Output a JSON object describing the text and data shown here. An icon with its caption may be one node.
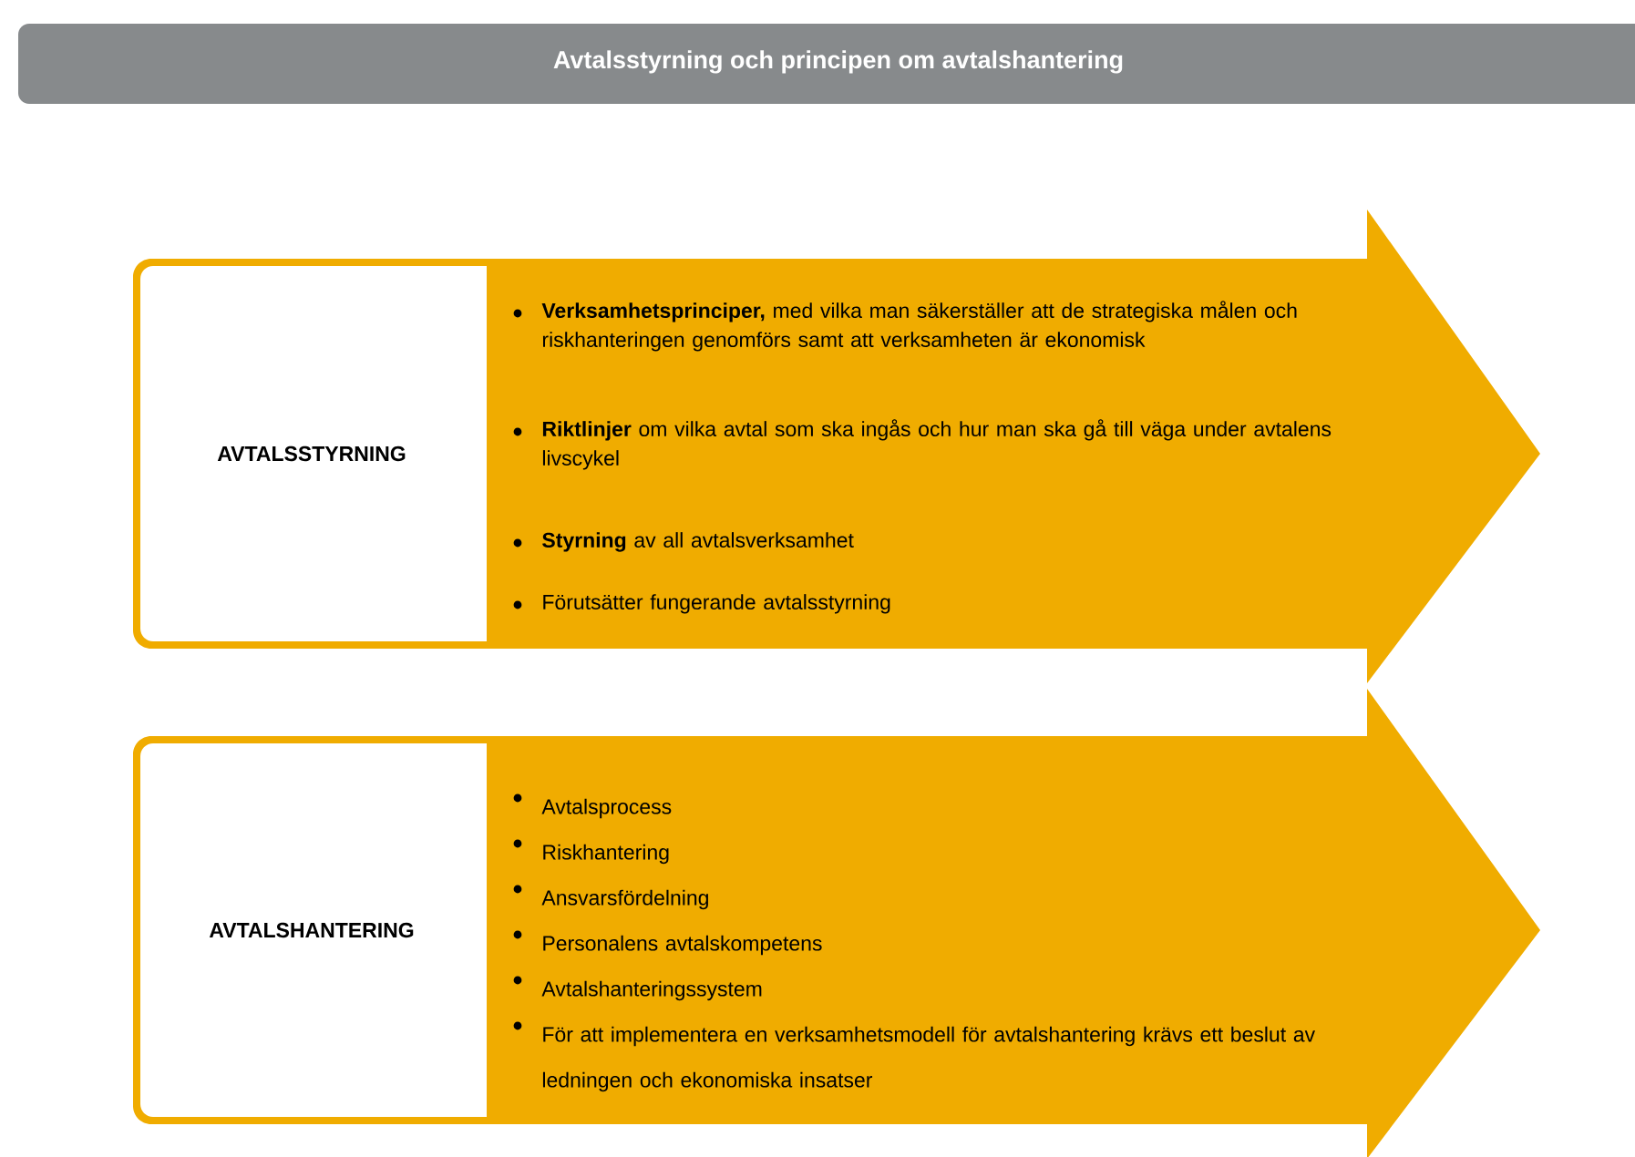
{
  "diagram": {
    "title": "Avtalsstyrning och principen om avtalshantering",
    "nodes": [
      {
        "text": [
          "AVTALSSTYRNING",
          "**Verksamhetsprinciper,** med vilka man säkerställer att de strategiska målen och riskhanteringen genomförs samt att verksamheten är ekonomisk",
          "**Riktlinjer** om vilka avtal som ska ingås och hur man ska gå till väga under avtalens livscykel",
          "**Styrning** av all avtalsverksamhet",
          "Förutsätter fungerande avtalsstyrning"
        ]
      },
      {
        "text": [
          "AVTALSHANTERING",
          "Avtalsprocess",
          "Riskhantering",
          "Ansvarsfördelning",
          "Personalens avtalskompetens",
          "Avtalshanteringssystem",
          "För att implementera en verksamhetsmodell för avtalshantering krävs ett beslut av ledningen och ekonomiska insatser"
        ]
      }
    ]
  }
}
